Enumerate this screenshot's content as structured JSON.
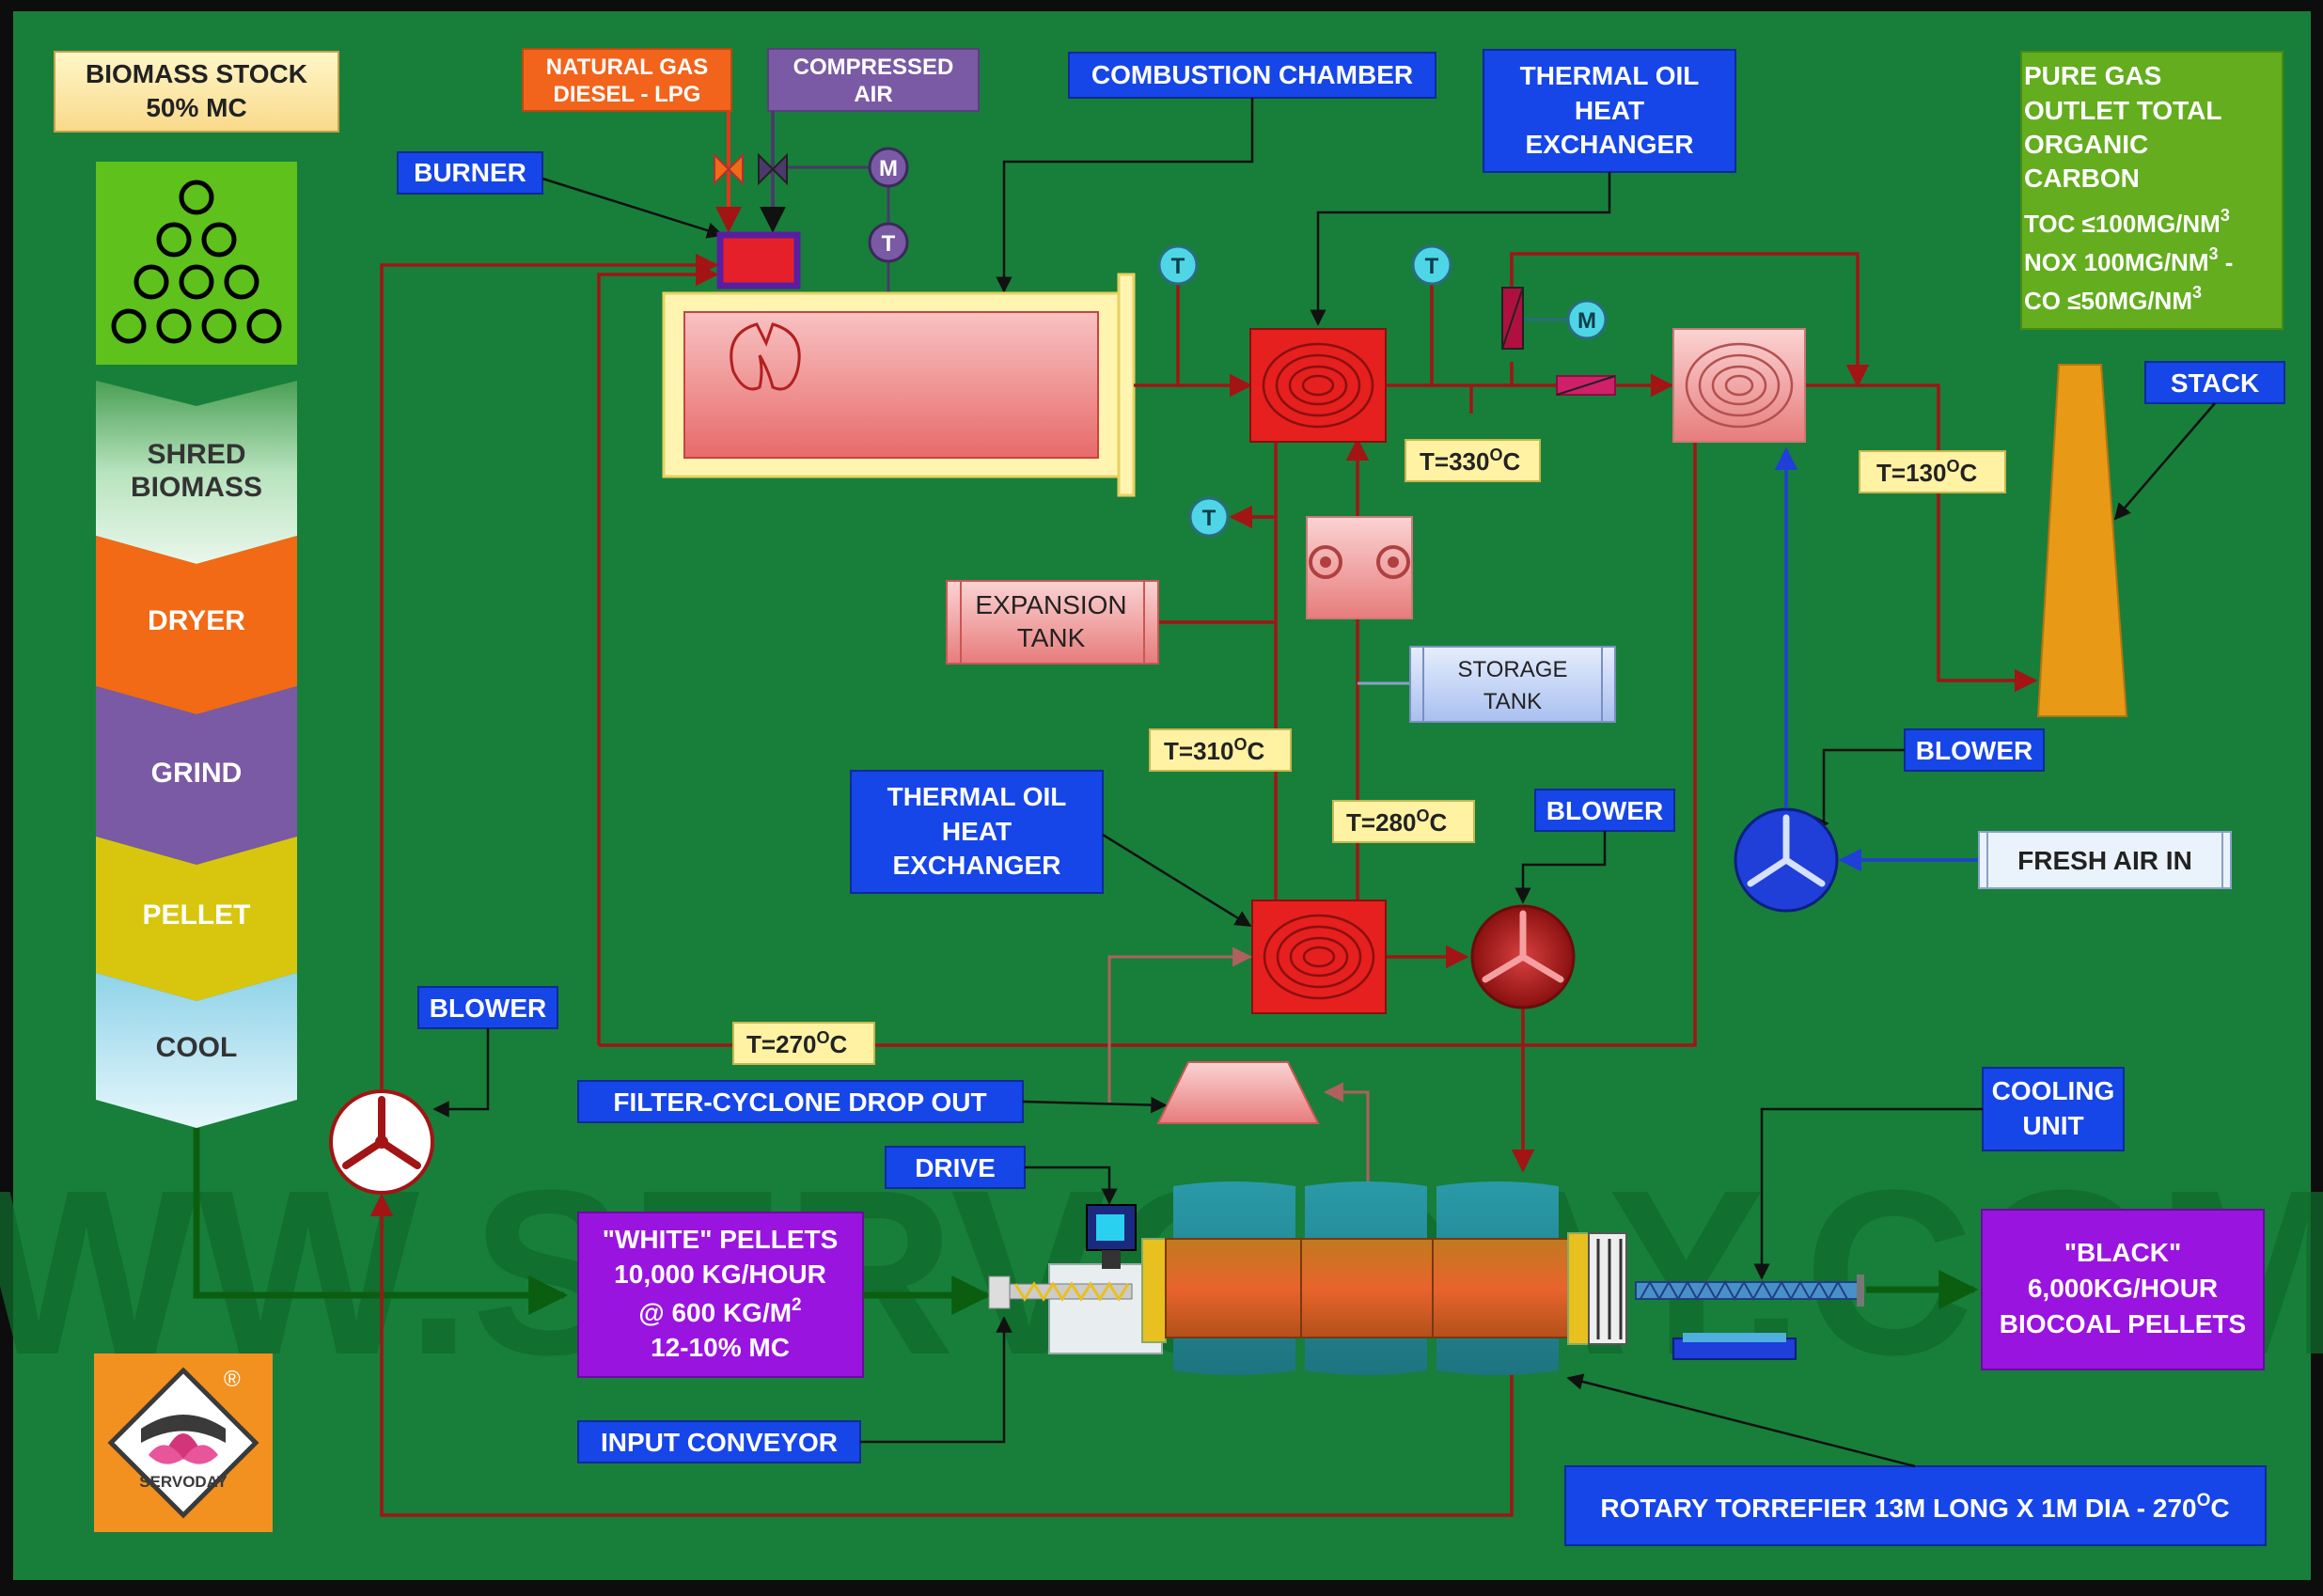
{
  "left_column": {
    "stock": [
      "BIOMASS STOCK",
      "50% MC"
    ],
    "steps": [
      "SHRED BIOMASS",
      "DRYER",
      "GRIND",
      "PELLET",
      "COOL"
    ]
  },
  "top_inputs": {
    "fuel": [
      "NATURAL GAS",
      "DIESEL - LPG"
    ],
    "air": [
      "COMPRESSED",
      "AIR"
    ]
  },
  "labels": {
    "burner": "BURNER",
    "combustion_chamber": "COMBUSTION CHAMBER",
    "heat_exchanger_top": [
      "THERMAL OIL",
      "HEAT",
      "EXCHANGER"
    ],
    "heat_exchanger_mid": [
      "THERMAL OIL",
      "HEAT",
      "EXCHANGER"
    ],
    "expansion_tank": [
      "EXPANSION",
      "TANK"
    ],
    "storage_tank": [
      "STORAGE",
      "TANK"
    ],
    "stack": "STACK",
    "blower": "BLOWER",
    "fresh_air": "FRESH AIR IN",
    "filter_cyclone": "FILTER-CYCLONE DROP OUT",
    "drive": "DRIVE",
    "input_conveyor": "INPUT CONVEYOR",
    "cooling_unit": [
      "COOLING",
      "UNIT"
    ],
    "torrefier": "ROTARY TORREFIER 13M LONG X 1M DIA - 270",
    "deg_c": "C",
    "deg_o": "O"
  },
  "gas_outlet": {
    "title": [
      "PURE GAS",
      "OUTLET TOTAL",
      "ORGANIC",
      "CARBON"
    ],
    "toc_prefix": "TOC ",
    "toc_sym": "≤",
    "toc_value": "100MG/NM",
    "nox": "NOX 100MG/NM",
    "nox_suffix": " -",
    "co_prefix": "CO ",
    "co_sym": "≤",
    "co_value": "50MG/NM",
    "exp": "3"
  },
  "temperatures": {
    "t330": "T=330",
    "t130": "T=130",
    "t310": "T=310",
    "t280": "T=280",
    "t270": "T=270"
  },
  "instrument_letters": {
    "temp": "T",
    "motor": "M"
  },
  "input_product": {
    "lines": [
      "\"WHITE\" PELLETS",
      "10,000 KG/HOUR"
    ],
    "density_prefix": "@ 600 KG/M",
    "density_exp": "2",
    "moisture": "12-10% MC"
  },
  "output_product": [
    "\"BLACK\"",
    "6,000KG/HOUR",
    "BIOCOAL PELLETS"
  ],
  "logo": {
    "text": "SERVODAY",
    "registered": "®"
  },
  "watermark": "WWW.SERVODAY.COM",
  "colors": {
    "background": "#177f3a",
    "label_blue": "#1646e8",
    "temp_label": "#fff2a3",
    "hot_oil_line": "#a31414",
    "cold_air_line": "#1f3fd8",
    "product_line": "#0b5e10",
    "exchanger_red": "#e51e1e",
    "stack_orange": "#e89a16"
  }
}
